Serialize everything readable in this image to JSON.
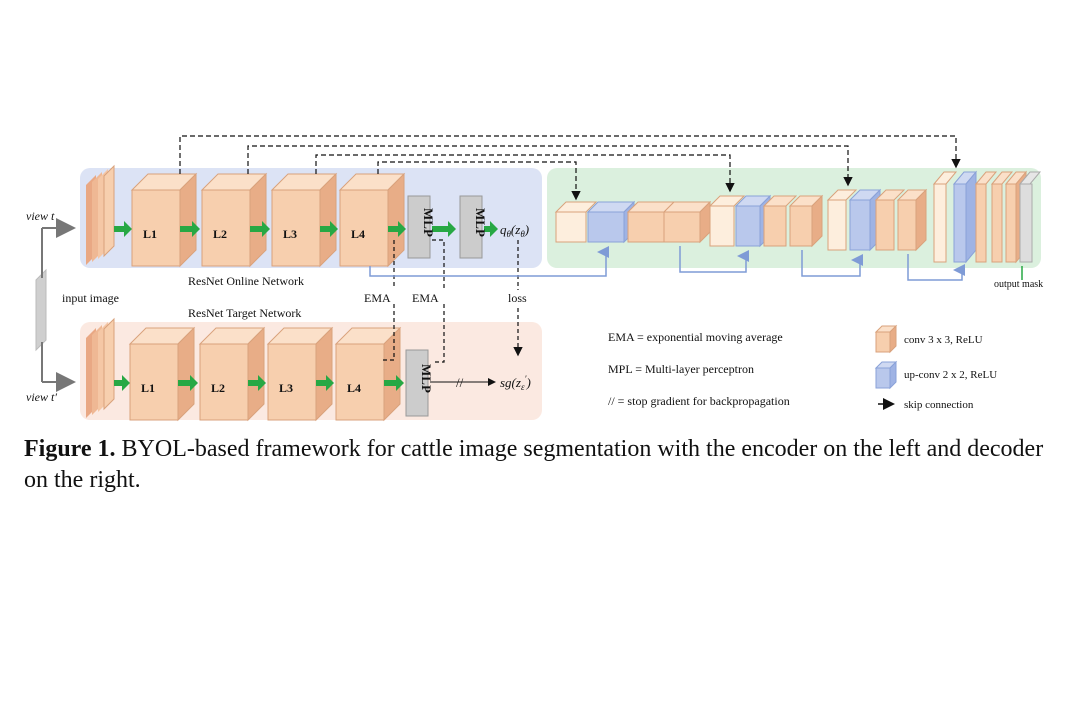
{
  "figure": {
    "view_t": "view t",
    "view_t_prime": "view t′",
    "input_image": "input image",
    "online_network": "ResNet Online Network",
    "target_network": "ResNet Target Network",
    "online_layers": [
      "L1",
      "L2",
      "L3",
      "L4"
    ],
    "target_layers": [
      "L1",
      "L2",
      "L3",
      "L4"
    ],
    "mlp": "MLP",
    "q_output": "q",
    "q_output_sub": "θ",
    "q_output_arg": "(z",
    "q_output_arg_sub": "θ",
    "q_output_close": ")",
    "sg_output": "sg(z",
    "sg_output_sup": "′",
    "sg_output_sub": "ε",
    "sg_output_close": ")",
    "ema_1": "EMA",
    "ema_2": "EMA",
    "loss": "loss",
    "output_mask": "output mask",
    "stop_gradient_mark": "//"
  },
  "legend": {
    "ema_def": "EMA = exponential moving average",
    "mpl_def": "MPL = Multi-layer perceptron",
    "stop_def": "// = stop gradient for backpropagation",
    "conv": "conv 3 x 3, ReLU",
    "upconv": "up-conv 2 x 2, ReLU",
    "skip": "skip connection"
  },
  "colors": {
    "online_bg": "#dce3f5",
    "target_bg": "#fbe9e1",
    "decoder_bg": "#dbf0de",
    "conv_block": "#f7cfae",
    "upconv_block": "#b9c8ec",
    "arrow_green": "#27a844",
    "skip_line": "#7f9bd6"
  },
  "caption": {
    "label": "Figure 1.",
    "text": " BYOL-based framework for cattle image segmentation with the encoder on the left and decoder on the right."
  }
}
